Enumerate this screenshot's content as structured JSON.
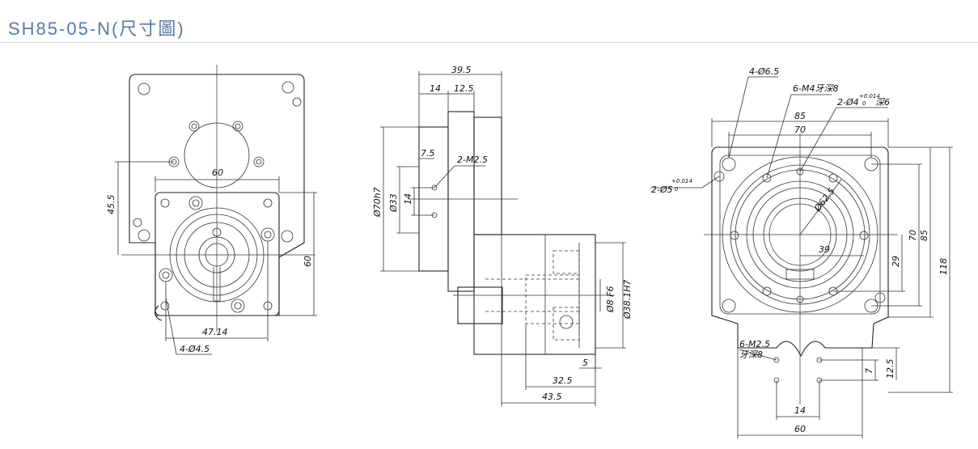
{
  "title": "SH85-05-N(尺寸圖)",
  "front_view": {
    "dims": {
      "d60_top": "60",
      "d45_5": "45.5",
      "d60_right": "60",
      "d47_14": "47.14",
      "hole": "4-Ø4.5"
    }
  },
  "side_view": {
    "dims": {
      "d39_5": "39.5",
      "d14": "14",
      "d12_5": "12.5",
      "d7_5": "7.5",
      "m2_5": "2-M2.5",
      "d70h7": "Ø70h7",
      "d33": "Ø33",
      "d14v": "14",
      "d8f6": "Ø8 F6",
      "d38_1h7": "Ø38.1H7",
      "d5": "5",
      "d32_5": "32.5",
      "d43_5": "43.5"
    }
  },
  "rear_view": {
    "dims": {
      "hole6_5": "4-Ø6.5",
      "m4": "6-M4牙深8",
      "pin4": "2-Ø4",
      "pin4_tol": "+0.014",
      "pin4_tol0": "0",
      "pin4_depth": "深6",
      "pin5": "2-Ø5",
      "pin5_tol": "+0.014",
      "pin5_tol0": "0",
      "d85_top": "85",
      "d70_top": "70",
      "d62_5": "Ø62.5",
      "d39": "39",
      "d29": "29",
      "d70_right": "70",
      "d85_right": "85",
      "d118": "118",
      "m2_5": "6-M2.5",
      "m2_5_depth": "牙深8",
      "d7": "7",
      "d12_5": "12.5",
      "d14": "14",
      "d60": "60"
    }
  }
}
